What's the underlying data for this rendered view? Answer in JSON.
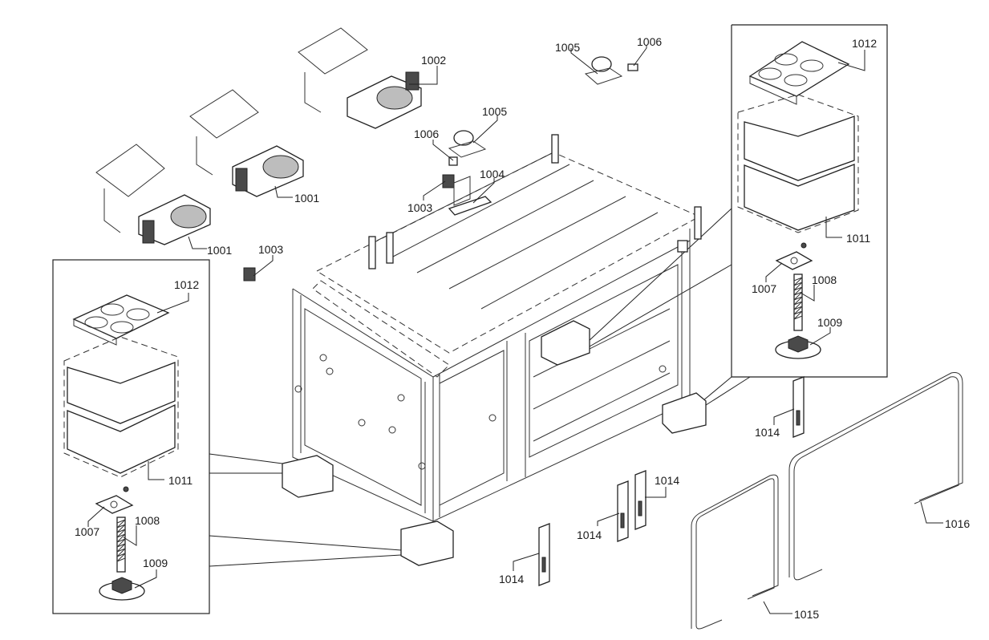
{
  "diagram": {
    "callouts": {
      "c1001a": "1001",
      "c1001b": "1001",
      "c1002": "1002",
      "c1003a": "1003",
      "c1003b": "1003",
      "c1004": "1004",
      "c1005a": "1005",
      "c1005b": "1005",
      "c1006a": "1006",
      "c1006b": "1006",
      "c1007a": "1007",
      "c1007b": "1007",
      "c1008a": "1008",
      "c1008b": "1008",
      "c1009a": "1009",
      "c1009b": "1009",
      "c1011a": "1011",
      "c1011b": "1011",
      "c1012a": "1012",
      "c1012b": "1012",
      "c1014a": "1014",
      "c1014b": "1014",
      "c1014c": "1014",
      "c1014d": "1014",
      "c1015": "1015",
      "c1016": "1016"
    }
  }
}
